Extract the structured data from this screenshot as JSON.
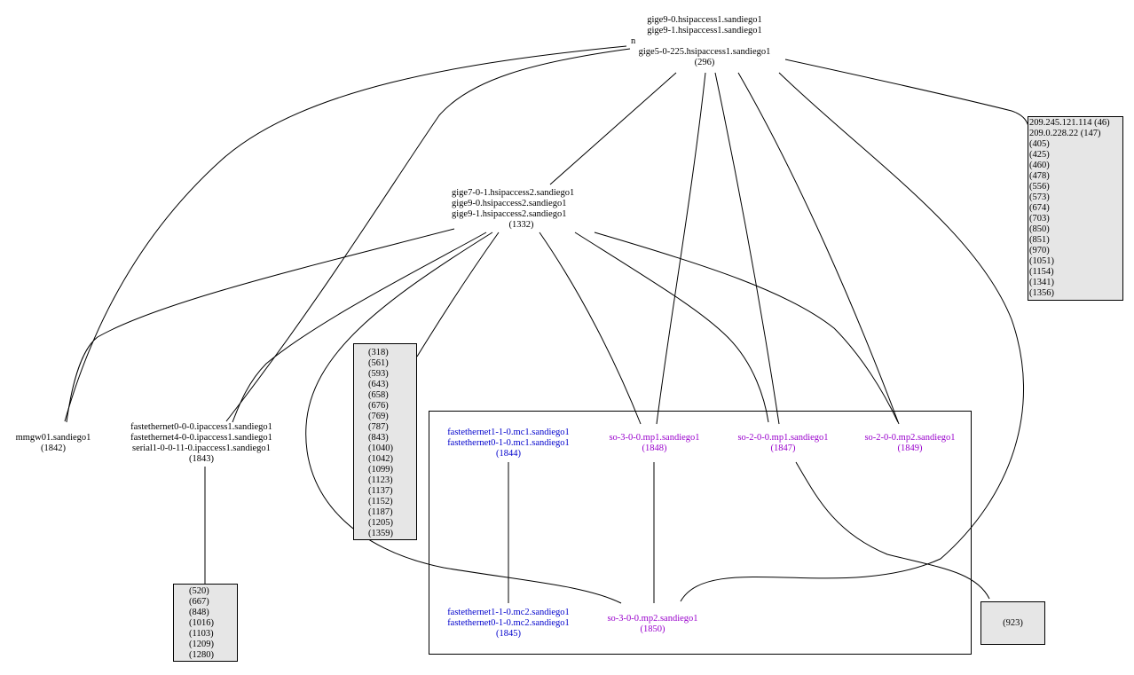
{
  "colors": {
    "edge": "#000000",
    "box_fill": "#e6e6e6",
    "blue_text": "#0000cc",
    "purple_text": "#9900cc"
  },
  "nodes": {
    "top": {
      "lines": [
        "gige9-0.hsipaccess1.sandiego1",
        "gige9-1.hsipaccess1.sandiego1",
        "n",
        "gige5-0-225.hsipaccess1.sandiego1",
        "(296)"
      ]
    },
    "mid": {
      "lines": [
        "gige7-0-1.hsipaccess2.sandiego1",
        "gige9-0.hsipaccess2.sandiego1",
        "gige9-1.hsipaccess2.sandiego1",
        "(1332)"
      ]
    },
    "mmgw": {
      "lines": [
        "mmgw01.sandiego1",
        "(1842)"
      ]
    },
    "fast1843": {
      "lines": [
        "fastethernet0-0-0.ipaccess1.sandiego1",
        "fastethernet4-0-0.ipaccess1.sandiego1",
        "serial1-0-0-11-0.ipaccess1.sandiego1",
        "(1843)"
      ]
    },
    "n1844": {
      "lines": [
        "fastethernet1-1-0.mc1.sandiego1",
        "fastethernet0-1-0.mc1.sandiego1",
        "(1844)"
      ]
    },
    "n1848": {
      "lines": [
        "so-3-0-0.mp1.sandiego1",
        "(1848)"
      ]
    },
    "n1847": {
      "lines": [
        "so-2-0-0.mp1.sandiego1",
        "(1847)"
      ]
    },
    "n1849": {
      "lines": [
        "so-2-0-0.mp2.sandiego1",
        "(1849)"
      ]
    },
    "n1845": {
      "lines": [
        "fastethernet1-1-0.mc2.sandiego1",
        "fastethernet0-1-0.mc2.sandiego1",
        "(1845)"
      ]
    },
    "n1850": {
      "lines": [
        "so-3-0-0.mp2.sandiego1",
        "(1850)"
      ]
    }
  },
  "boxes": {
    "right": [
      "209.245.121.114 (46)",
      "209.0.228.22 (147)",
      "(405)",
      "(425)",
      "(460)",
      "(478)",
      "(556)",
      "(573)",
      "(674)",
      "(703)",
      "(850)",
      "(851)",
      "(970)",
      "(1051)",
      "(1154)",
      "(1341)",
      "(1356)"
    ],
    "middle": [
      "(318)",
      "(561)",
      "(593)",
      "(643)",
      "(658)",
      "(676)",
      "(769)",
      "(787)",
      "(843)",
      "(1040)",
      "(1042)",
      "(1099)",
      "(1123)",
      "(1137)",
      "(1152)",
      "(1187)",
      "(1205)",
      "(1359)"
    ],
    "bottom_left": [
      "(520)",
      "(667)",
      "(848)",
      "(1016)",
      "(1103)",
      "(1209)",
      "(1280)"
    ],
    "bottom_right": [
      "(923)"
    ]
  }
}
